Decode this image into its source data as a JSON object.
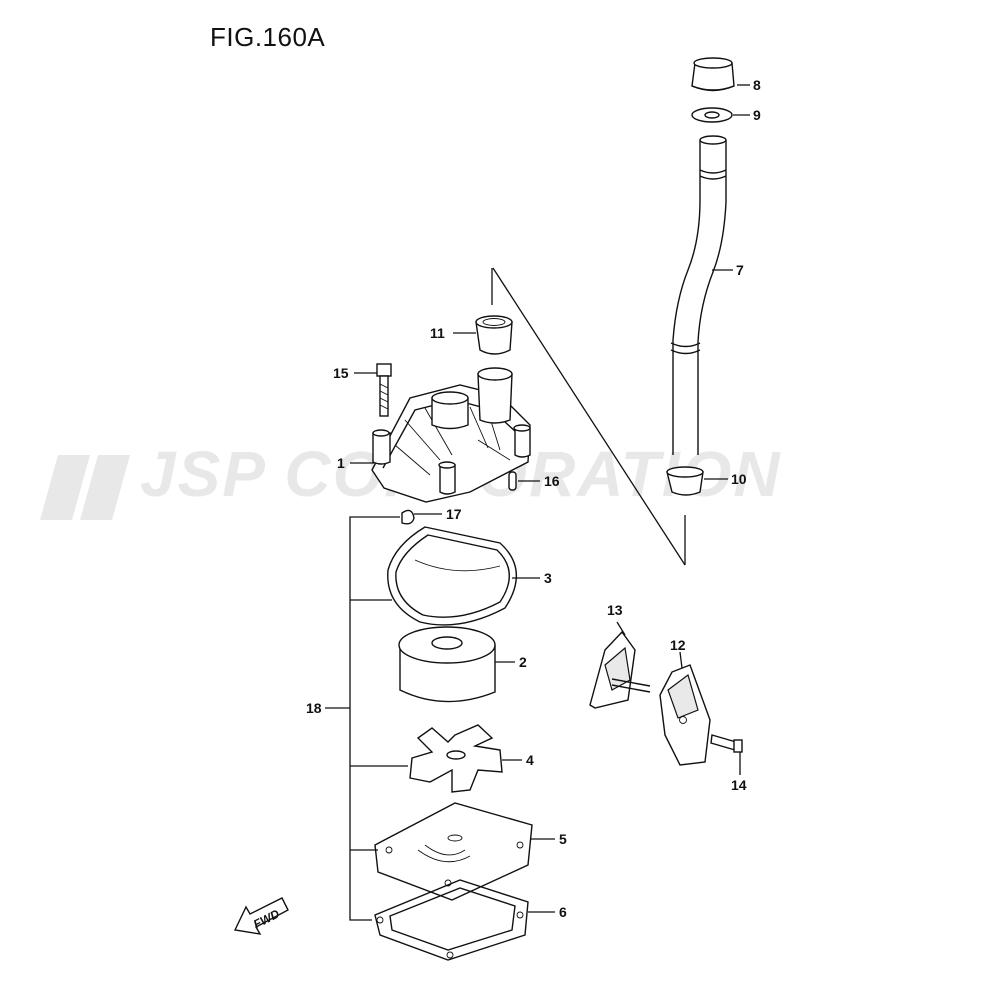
{
  "figure_title": "FIG.160A",
  "watermark": "JSP CORPORATION",
  "fwd_label": "FWD",
  "callouts": [
    {
      "id": "c1",
      "label": "1"
    },
    {
      "id": "c2",
      "label": "2"
    },
    {
      "id": "c3",
      "label": "3"
    },
    {
      "id": "c4",
      "label": "4"
    },
    {
      "id": "c5",
      "label": "5"
    },
    {
      "id": "c6",
      "label": "6"
    },
    {
      "id": "c7",
      "label": "7"
    },
    {
      "id": "c8",
      "label": "8"
    },
    {
      "id": "c9",
      "label": "9"
    },
    {
      "id": "c10",
      "label": "10"
    },
    {
      "id": "c11",
      "label": "11"
    },
    {
      "id": "c12",
      "label": "12"
    },
    {
      "id": "c13",
      "label": "13"
    },
    {
      "id": "c14",
      "label": "14"
    },
    {
      "id": "c15",
      "label": "15"
    },
    {
      "id": "c16",
      "label": "16"
    },
    {
      "id": "c17",
      "label": "17"
    },
    {
      "id": "c18",
      "label": "18"
    }
  ]
}
